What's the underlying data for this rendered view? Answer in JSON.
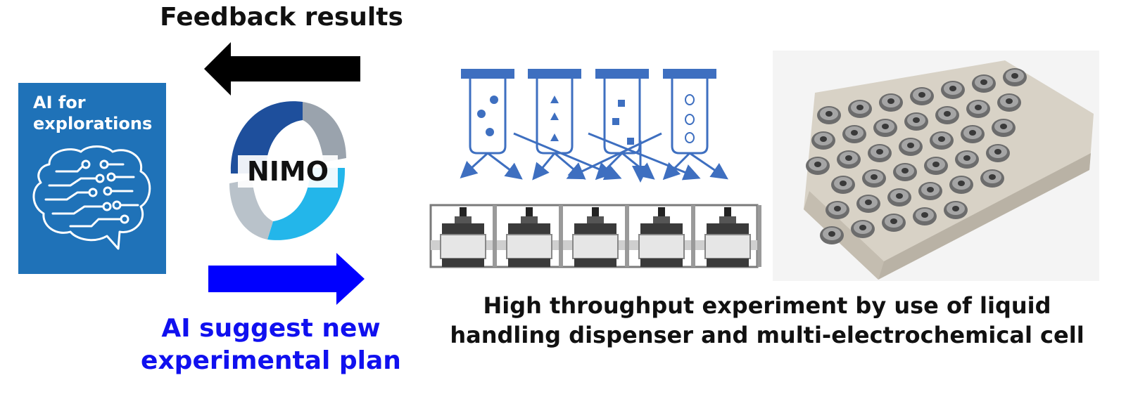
{
  "feedback_label": "Feedback results",
  "ai_card": {
    "line1": "AI for",
    "line2": "explorations",
    "color": "#1f72b8"
  },
  "logo_text": "NIMO",
  "suggest_label": {
    "line1": "AI suggest new",
    "line2": "experimental plan",
    "color": "#1010ef"
  },
  "caption": {
    "line1": "High throughput experiment by use of liquid",
    "line2": "handling dispenser and multi-electrochemical cell"
  },
  "colors": {
    "feedback_arrow": "#000000",
    "plan_arrow": "#0000ff",
    "dispenser_blue": "#3e6fc0",
    "logo_dark": "#1e4f9c",
    "logo_light": "#23b6ea"
  },
  "icons": [
    "brain-circuit-icon",
    "nimo-logo",
    "feedback-arrow",
    "plan-arrow"
  ]
}
